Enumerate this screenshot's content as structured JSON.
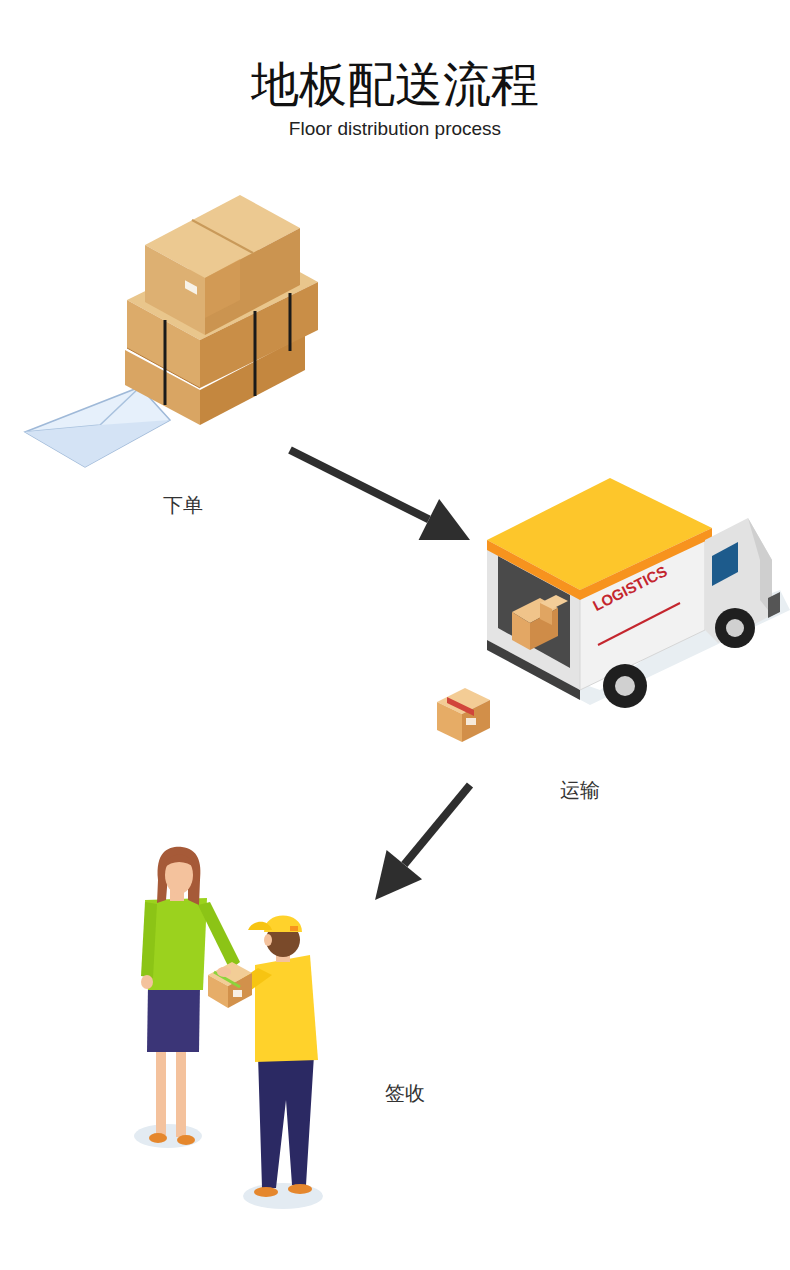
{
  "diagram": {
    "title": "地板配送流程",
    "nodes": [
      {
        "text": [
          "下单"
        ]
      },
      {
        "text": [
          "运输"
        ]
      },
      {
        "text": [
          "签收"
        ]
      }
    ],
    "edges": [
      {
        "from": 0,
        "to": 1,
        "arrow": "to"
      },
      {
        "from": 1,
        "to": 2,
        "arrow": "to"
      }
    ],
    "labels": [
      "Floor distribution process",
      "LOGISTICS"
    ]
  }
}
